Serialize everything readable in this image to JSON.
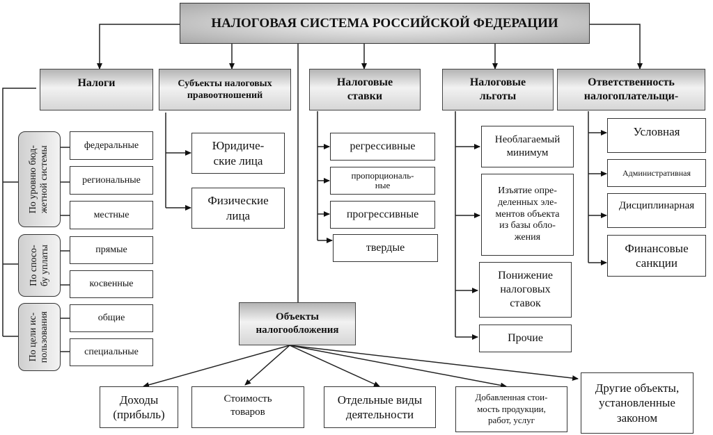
{
  "title": "НАЛОГОВАЯ СИСТЕМА РОССИЙСКОЙ ФЕДЕРАЦИИ",
  "sections": {
    "taxes": {
      "label": "Налоги",
      "categories": [
        {
          "label": "По уровню бюд-\nжетной системы",
          "items": [
            "федеральные",
            "региональные",
            "местные"
          ]
        },
        {
          "label": "По спосо-\nбу уплаты",
          "items": [
            "прямые",
            "косвенные"
          ]
        },
        {
          "label": "По цели ис-\nпользования",
          "items": [
            "общие",
            "специальные"
          ]
        }
      ]
    },
    "subjects": {
      "label": "Субъекты налоговых\nправоотношений",
      "items": [
        "Юридиче-\nские лица",
        "Физические\nлица"
      ]
    },
    "rates": {
      "label": "Налоговые\nставки",
      "items": [
        "регрессивные",
        "пропорциональ-\nные",
        "прогрессивные",
        "твердые"
      ]
    },
    "benefits": {
      "label": "Налоговые\nльготы",
      "items": [
        "Необлагаемый\nминимум",
        "Изъятие опре-\nделенных эле-\nментов объекта\nиз  базы обло-\nжения",
        "Понижение\nналоговых\nставок",
        "Прочие"
      ]
    },
    "liability": {
      "label": "Ответственность\nналогоплательщи-",
      "items": [
        "Условная",
        "Административная",
        "Дисциплинарная",
        "Финансовые\nсанкции"
      ]
    },
    "objects": {
      "label": "Объекты\nналогообложения",
      "items": [
        "Доходы\n(прибыль)",
        "Стоимость\nтоваров",
        "Отдельные виды\nдеятельности",
        "Добавленная стои-\nмость продукции,\nработ, услуг",
        "Другие объекты,\nустановленные\nзаконом"
      ]
    }
  }
}
